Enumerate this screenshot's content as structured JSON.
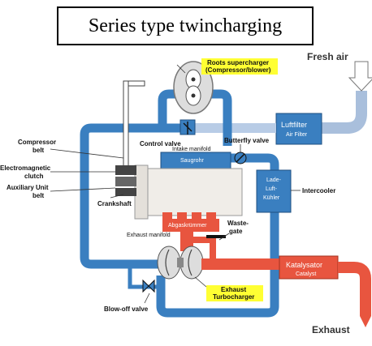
{
  "title": "Series type twincharging",
  "labels": {
    "fresh_air": "Fresh air",
    "exhaust": "Exhaust",
    "roots_1": "Roots supercharger",
    "roots_2": "(Compressor/blower)",
    "control_valve": "Control valve",
    "intake_manifold": "Intake manifold",
    "saugrohr": "Saugrohr",
    "butterfly_valve": "Butterfly valve",
    "luftfilter": "Luftfilter",
    "air_filter": "Air Filter",
    "compressor_1": "Compressor",
    "compressor_2": "belt",
    "clutch_1": "Electromagnetic",
    "clutch_2": "clutch",
    "aux_1": "Auxiliary Unit",
    "aux_2": "belt",
    "crankshaft": "Crankshaft",
    "lade_1": "Lade-",
    "lade_2": "Luft-",
    "lade_3": "Kühler",
    "intercooler": "Intercooler",
    "abgas": "Abgaskrümmer",
    "exhaust_manifold": "Exhaust manifold",
    "waste_1": "Waste-",
    "waste_2": "gate",
    "katalysator": "Katalysator",
    "catalyst": "Catalyst",
    "exhaust_1": "Exhaust",
    "exhaust_2": "Turbocharger",
    "blowoff": "Blow-off valve"
  },
  "colors": {
    "pipe_blue": "#3a7fc0",
    "pipe_light": "#b8cce6",
    "exhaust_red": "#e8553f",
    "highlight": "#ffff33"
  }
}
